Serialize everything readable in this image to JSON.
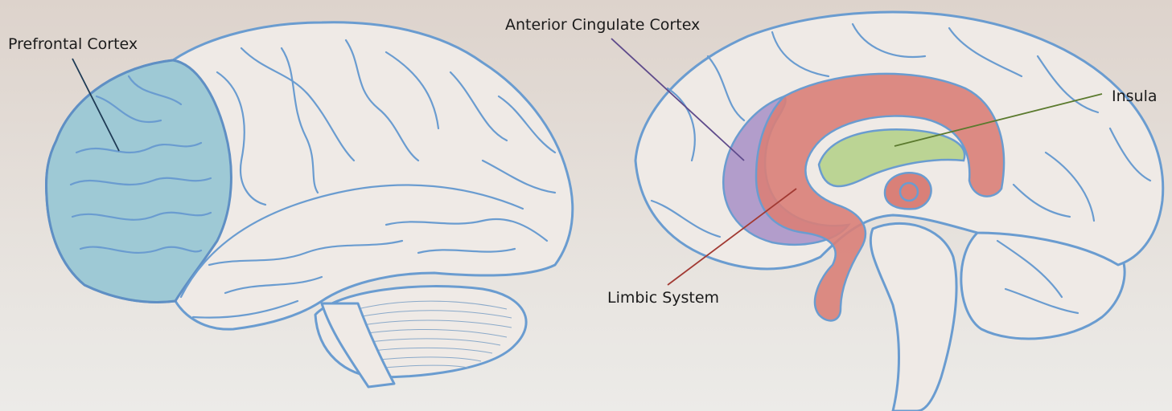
{
  "labels": {
    "prefrontal": "Prefrontal Cortex",
    "anterior_cingulate": "Anterior Cingulate Cortex",
    "insula": "Insula",
    "limbic": "Limbic System"
  },
  "colors": {
    "prefrontal_fill": "#8fc3d1",
    "anterior_cingulate_fill": "#a78fc6",
    "limbic_fill": "#d98078",
    "insula_fill": "#b7d38f",
    "outline": "#6a9cd0",
    "brain_fill": "#efeae6",
    "leader_prefrontal": "#1f3b55",
    "leader_acc": "#5f4b8b",
    "leader_insula": "#5b7a2e",
    "leader_limbic": "#a23a33"
  }
}
